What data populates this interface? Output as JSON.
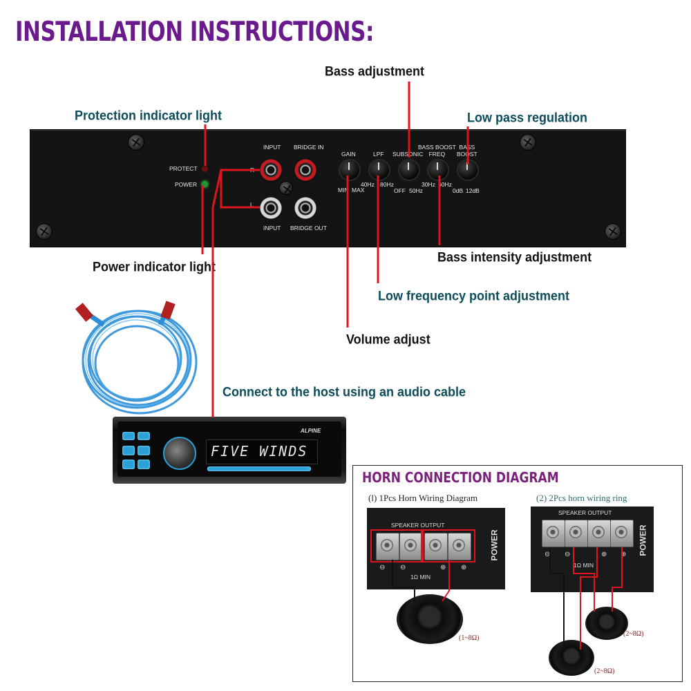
{
  "title": "INSTALLATION INSTRUCTIONS:",
  "callouts": {
    "bass_adjustment": "Bass adjustment",
    "protection_light": "Protection indicator light",
    "low_pass": "Low pass regulation",
    "power_light": "Power indicator light",
    "bass_intensity": "Bass intensity adjustment",
    "low_freq_point": "Low frequency point adjustment",
    "volume_adjust": "Volume adjust",
    "connect_host": "Connect to the host using an audio cable"
  },
  "panel": {
    "protect": "PROTECT",
    "power": "POWER",
    "input_top": "INPUT",
    "bridge_in": "BRIDGE IN",
    "r": "R",
    "l": "L",
    "input_bottom": "INPUT",
    "bridge_out": "BRIDGE OUT",
    "gain": "GAIN",
    "lpf": "LPF",
    "subsonic": "SUBSONIC",
    "bass_boost_freq": "BASS BOOST\nFREQ",
    "bass_boost": "BASS\nBOOST",
    "min": "MIN",
    "max": "MAX",
    "hz40": "40Hz",
    "hz80": "80Hz",
    "off": "OFF",
    "hz50": "50Hz",
    "hz30": "30Hz",
    "hz60": "60Hz",
    "db0": "0dB",
    "db12": "12dB"
  },
  "stereo": {
    "display": "FIVE WINDS",
    "brand": "ALPINE"
  },
  "horn": {
    "title": "HORN CONNECTION DIAGRAM",
    "sub1": "(l) 1Pcs Horn Wiring Diagram",
    "sub2": "(2) 2Pcs horn wiring ring",
    "speaker_output": "SPEAKER OUTPUT",
    "power": "POWER",
    "min_ohm": "1Ω MIN",
    "ohm1": "(1~8Ω)",
    "ohm2a": "(2~8Ω)",
    "ohm2b": "(2~8Ω)",
    "minus": "⊖",
    "plus": "⊕"
  },
  "colors": {
    "title": "#6a1a8c",
    "callout_teal": "#0d4c5a",
    "wire_red": "#e0141e",
    "cable_blue": "#2b8fd8"
  }
}
